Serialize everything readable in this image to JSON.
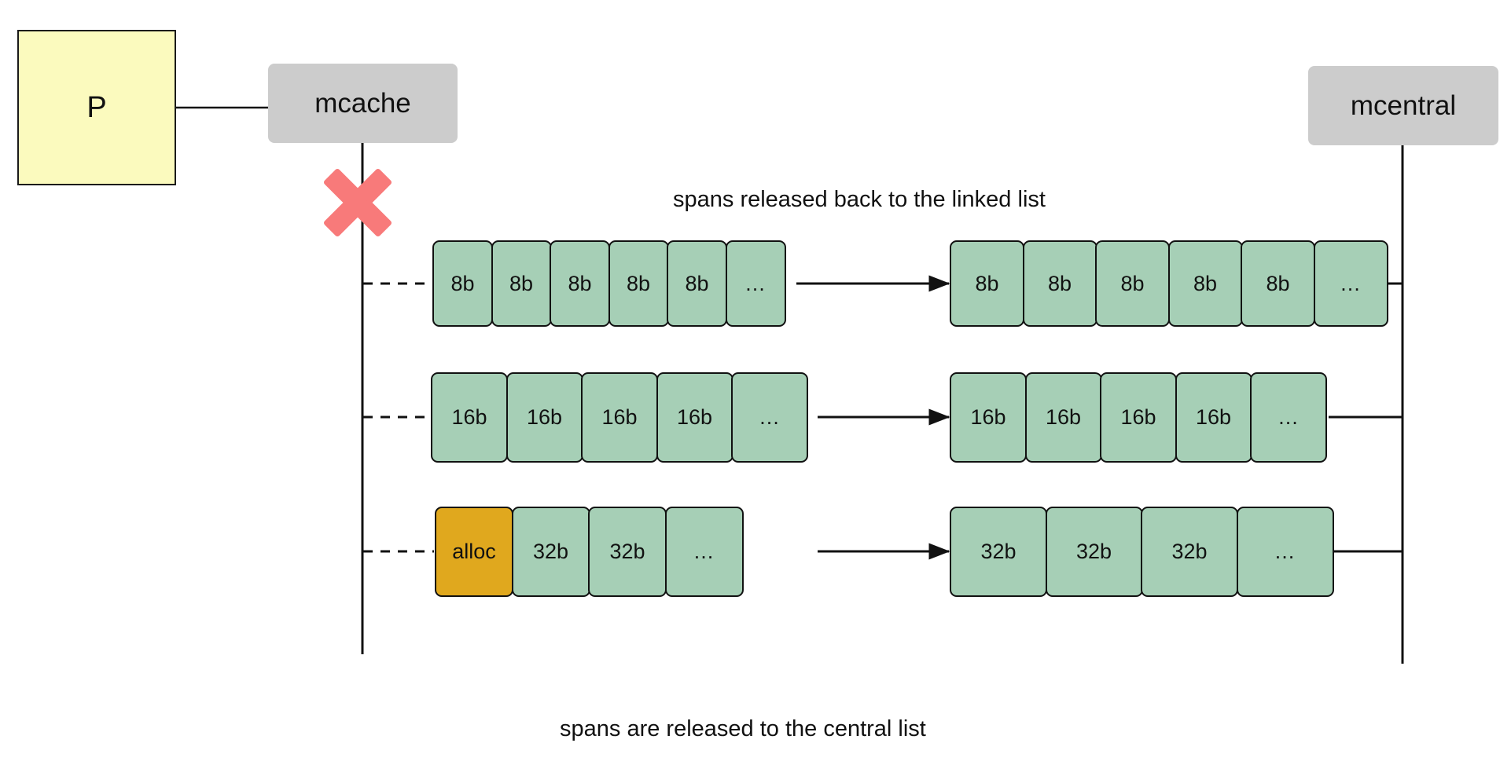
{
  "diagram": {
    "title_caption_top": "spans released back to the linked list",
    "title_caption_bottom": "spans are released to the central list",
    "colors": {
      "p_box_fill": "#fbfabe",
      "node_box_fill": "#cccccc",
      "span_fill": "#a6cfb6",
      "alloc_fill": "#e0a81e",
      "x_mark": "#f87a7a",
      "stroke": "#111111"
    },
    "nodes": {
      "p": "P",
      "mcache": "mcache",
      "mcentral": "mcentral"
    },
    "icons": {
      "broken_link": "red-x-icon",
      "arrow": "arrow-right-icon"
    },
    "rows": [
      {
        "size_class": "8b",
        "mcache_cells": [
          {
            "label": "8b",
            "kind": "span"
          },
          {
            "label": "8b",
            "kind": "span"
          },
          {
            "label": "8b",
            "kind": "span"
          },
          {
            "label": "8b",
            "kind": "span"
          },
          {
            "label": "8b",
            "kind": "span"
          },
          {
            "label": "…",
            "kind": "ellipsis"
          }
        ],
        "mcentral_cells": [
          {
            "label": "8b",
            "kind": "span"
          },
          {
            "label": "8b",
            "kind": "span"
          },
          {
            "label": "8b",
            "kind": "span"
          },
          {
            "label": "8b",
            "kind": "span"
          },
          {
            "label": "8b",
            "kind": "span"
          },
          {
            "label": "…",
            "kind": "ellipsis"
          }
        ]
      },
      {
        "size_class": "16b",
        "mcache_cells": [
          {
            "label": "16b",
            "kind": "span"
          },
          {
            "label": "16b",
            "kind": "span"
          },
          {
            "label": "16b",
            "kind": "span"
          },
          {
            "label": "16b",
            "kind": "span"
          },
          {
            "label": "…",
            "kind": "ellipsis"
          }
        ],
        "mcentral_cells": [
          {
            "label": "16b",
            "kind": "span"
          },
          {
            "label": "16b",
            "kind": "span"
          },
          {
            "label": "16b",
            "kind": "span"
          },
          {
            "label": "16b",
            "kind": "span"
          },
          {
            "label": "…",
            "kind": "ellipsis"
          }
        ]
      },
      {
        "size_class": "32b",
        "mcache_cells": [
          {
            "label": "alloc",
            "kind": "alloc"
          },
          {
            "label": "32b",
            "kind": "span"
          },
          {
            "label": "32b",
            "kind": "span"
          },
          {
            "label": "…",
            "kind": "ellipsis"
          }
        ],
        "mcentral_cells": [
          {
            "label": "32b",
            "kind": "span"
          },
          {
            "label": "32b",
            "kind": "span"
          },
          {
            "label": "32b",
            "kind": "span"
          },
          {
            "label": "…",
            "kind": "ellipsis"
          }
        ]
      }
    ]
  }
}
